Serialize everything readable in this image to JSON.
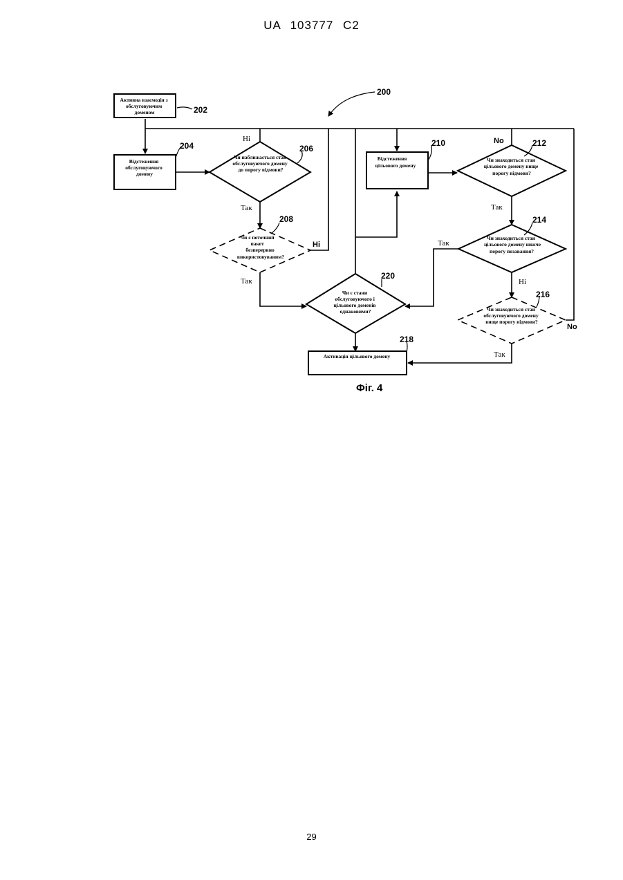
{
  "header": "UA   103777   C2",
  "page_number": "29",
  "caption": "Фіг. 4",
  "figure_ref": "200",
  "nodes": {
    "n202": {
      "ref": "202",
      "lines": [
        "Активна взаємодія з",
        "обслуговуючим",
        "доменом"
      ]
    },
    "n204": {
      "ref": "204",
      "lines": [
        "Відстеження",
        "обслуговуючого",
        "домену"
      ]
    },
    "n206": {
      "ref": "206",
      "lines": [
        "Чи наближається стан",
        "обслуговуючого домену",
        "до порогу відмови?"
      ]
    },
    "n208": {
      "ref": "208",
      "lines": [
        "Чи є поточний",
        "пакет",
        "безперервно",
        "використовуваним?"
      ]
    },
    "n210": {
      "ref": "210",
      "lines": [
        "Відстеження",
        "цільового домену"
      ]
    },
    "n212": {
      "ref": "212",
      "lines": [
        "Чи знаходиться стан",
        "цільового домену вище",
        "порогу відмови?"
      ]
    },
    "n214": {
      "ref": "214",
      "lines": [
        "Чи знаходиться стан",
        "цільового домену нижче",
        "порогу позавання?"
      ]
    },
    "n216": {
      "ref": "216",
      "lines": [
        "Чи знаходиться стан",
        "обслуговуючого домену",
        "вище порогу відмови?"
      ]
    },
    "n218": {
      "ref": "218",
      "lines": [
        "Активація цільового домену"
      ]
    },
    "n220": {
      "ref": "220",
      "lines": [
        "Чи є стани",
        "обслуговуючого і",
        "цільового доменів",
        "однаковими?"
      ]
    }
  },
  "edge_labels": {
    "hi_206": "Ні",
    "tak_206": "Так",
    "hi_208": "Ні",
    "tak_208": "Так",
    "no_212": "No",
    "tak_212": "Так",
    "tak_214": "Так",
    "hi_214": "Ні",
    "no_216": "No",
    "tak_216": "Так"
  }
}
